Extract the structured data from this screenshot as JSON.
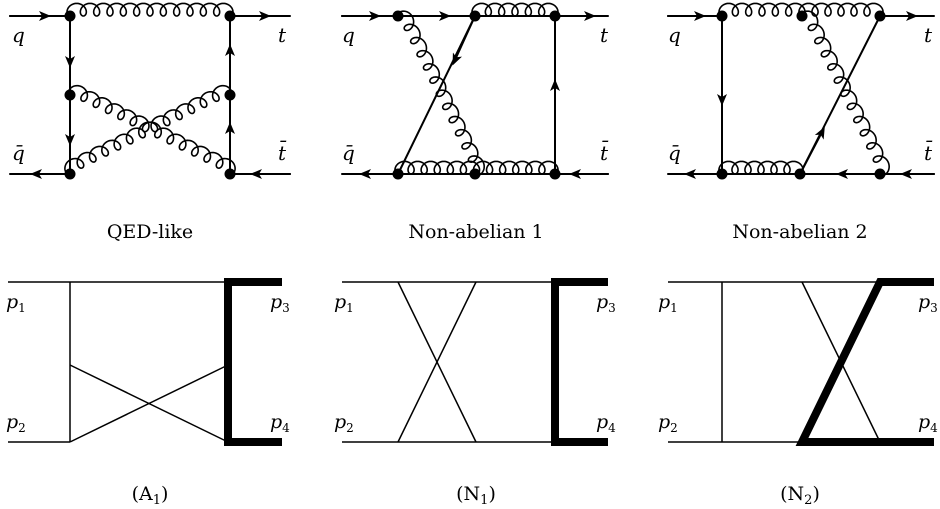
{
  "captions": {
    "qed": "QED-like",
    "na1": "Non-abelian 1",
    "na2": "Non-abelian 2",
    "a1": "(A",
    "a1_sub": "1",
    "n1": "(N",
    "n1_sub": "1",
    "n2": "(N",
    "n2_sub": "2",
    "close": ")"
  },
  "particles": {
    "q": "q",
    "qbar": "q̄",
    "t": "t",
    "tbar": "t̄"
  },
  "momenta": {
    "p": "p",
    "s1": "1",
    "s2": "2",
    "s3": "3",
    "s4": "4"
  }
}
